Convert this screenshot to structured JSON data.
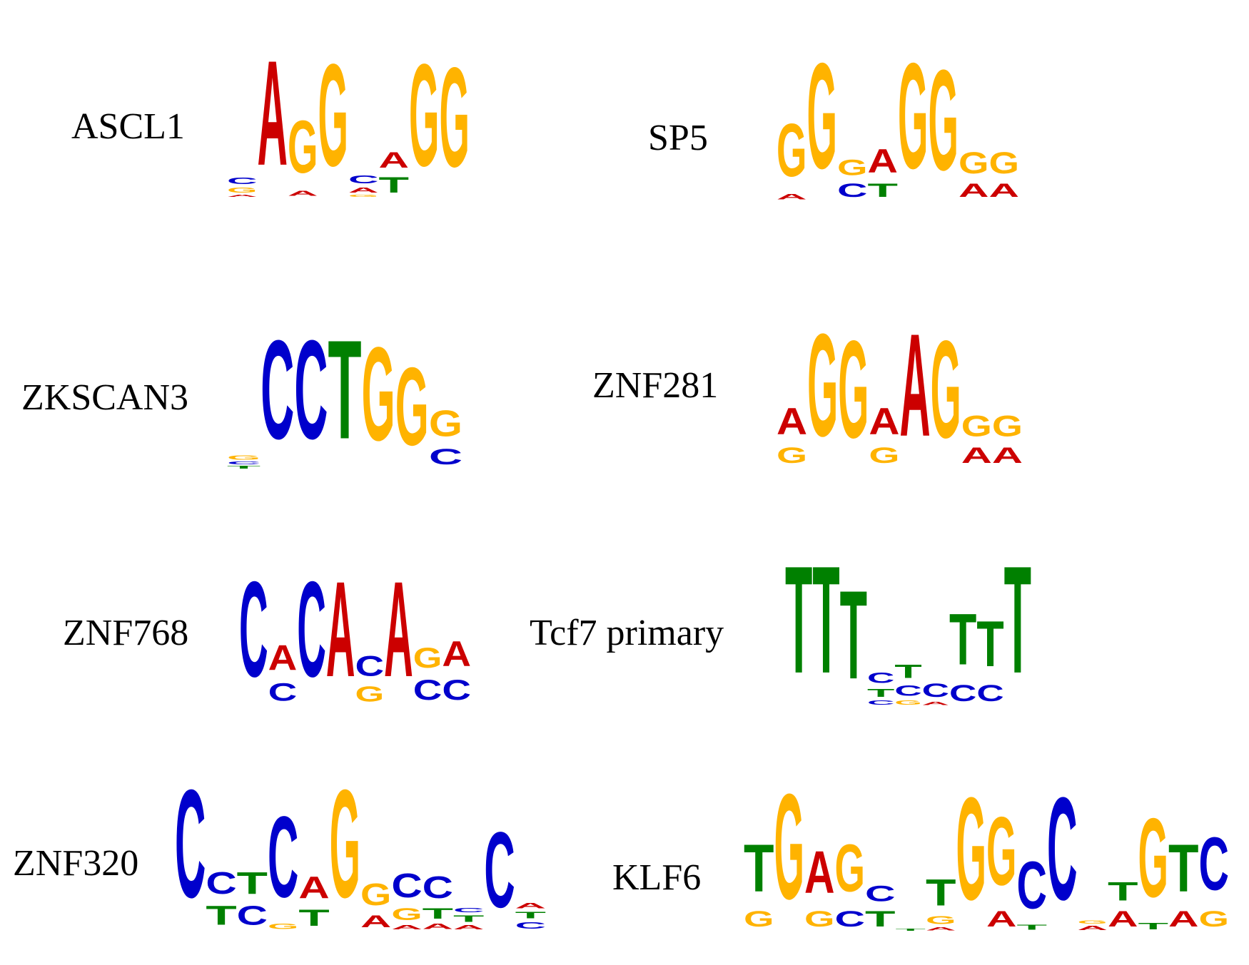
{
  "colors": {
    "A": "#cc0000",
    "C": "#0000cc",
    "G": "#ffb300",
    "T": "#008000"
  },
  "motifs": [
    {
      "name": "ASCL1",
      "columns": [
        [
          [
            "A",
            0.04
          ],
          [
            "G",
            0.1
          ],
          [
            "C",
            0.12
          ]
        ],
        [
          [
            "A",
            2.0
          ]
        ],
        [
          [
            "A",
            0.1
          ],
          [
            "G",
            1.0
          ]
        ],
        [
          [
            "G",
            1.95
          ]
        ],
        [
          [
            "G",
            0.04
          ],
          [
            "A",
            0.1
          ],
          [
            "C",
            0.15
          ]
        ],
        [
          [
            "T",
            0.3
          ],
          [
            "A",
            0.3
          ]
        ],
        [
          [
            "G",
            1.95
          ]
        ],
        [
          [
            "G",
            1.9
          ]
        ]
      ]
    },
    {
      "name": "SP5",
      "columns": [
        [
          [
            "A",
            0.1
          ],
          [
            "G",
            1.0
          ]
        ],
        [
          [
            "G",
            2.0
          ]
        ],
        [
          [
            "C",
            0.25
          ],
          [
            "G",
            0.3
          ]
        ],
        [
          [
            "T",
            0.25
          ],
          [
            "A",
            0.45
          ]
        ],
        [
          [
            "G",
            2.0
          ]
        ],
        [
          [
            "G",
            1.9
          ]
        ],
        [
          [
            "A",
            0.25
          ],
          [
            "G",
            0.4
          ]
        ],
        [
          [
            "A",
            0.25
          ],
          [
            "G",
            0.4
          ]
        ]
      ]
    },
    {
      "name": "ZKSCAN3",
      "columns": [
        [
          [
            "T",
            0.05
          ],
          [
            "C",
            0.05
          ],
          [
            "G",
            0.08
          ]
        ],
        [
          [
            "C",
            1.9
          ]
        ],
        [
          [
            "C",
            1.9
          ]
        ],
        [
          [
            "T",
            1.9
          ]
        ],
        [
          [
            "G",
            1.8
          ]
        ],
        [
          [
            "G",
            1.5
          ]
        ],
        [
          [
            "C",
            0.3
          ],
          [
            "G",
            0.5
          ]
        ]
      ]
    },
    {
      "name": "ZNF281",
      "columns": [
        [
          [
            "G",
            0.3
          ],
          [
            "A",
            0.5
          ]
        ],
        [
          [
            "G",
            1.95
          ]
        ],
        [
          [
            "G",
            1.85
          ]
        ],
        [
          [
            "G",
            0.3
          ],
          [
            "A",
            0.5
          ]
        ],
        [
          [
            "A",
            1.95
          ]
        ],
        [
          [
            "G",
            1.85
          ]
        ],
        [
          [
            "A",
            0.3
          ],
          [
            "G",
            0.4
          ]
        ],
        [
          [
            "A",
            0.3
          ],
          [
            "G",
            0.4
          ]
        ]
      ]
    },
    {
      "name": "ZNF768",
      "columns": [
        [
          [
            "C",
            1.9
          ]
        ],
        [
          [
            "C",
            0.35
          ],
          [
            "A",
            0.5
          ]
        ],
        [
          [
            "C",
            1.9
          ]
        ],
        [
          [
            "A",
            1.9
          ]
        ],
        [
          [
            "G",
            0.3
          ],
          [
            "C",
            0.4
          ]
        ],
        [
          [
            "A",
            1.9
          ]
        ],
        [
          [
            "C",
            0.4
          ],
          [
            "G",
            0.4
          ]
        ],
        [
          [
            "C",
            0.4
          ],
          [
            "A",
            0.5
          ]
        ]
      ]
    },
    {
      "name": "Tcf7 primary",
      "columns": [
        [
          [
            "T",
            2.0
          ]
        ],
        [
          [
            "T",
            2.0
          ]
        ],
        [
          [
            "T",
            1.65
          ]
        ],
        [
          [
            "C",
            0.08
          ],
          [
            "T",
            0.15
          ],
          [
            "C",
            0.2
          ]
        ],
        [
          [
            "G",
            0.08
          ],
          [
            "C",
            0.2
          ],
          [
            "T",
            0.25
          ]
        ],
        [
          [
            "A",
            0.06
          ],
          [
            "C",
            0.25
          ]
        ],
        [
          [
            "C",
            0.3
          ],
          [
            "T",
            0.95
          ]
        ],
        [
          [
            "C",
            0.3
          ],
          [
            "T",
            0.85
          ]
        ],
        [
          [
            "T",
            2.0
          ]
        ]
      ]
    },
    {
      "name": "ZNF320",
      "columns": [
        [
          [
            "C",
            2.0
          ]
        ],
        [
          [
            "T",
            0.35
          ],
          [
            "C",
            0.4
          ]
        ],
        [
          [
            "C",
            0.35
          ],
          [
            "T",
            0.4
          ]
        ],
        [
          [
            "G",
            0.1
          ],
          [
            "C",
            1.5
          ]
        ],
        [
          [
            "T",
            0.3
          ],
          [
            "A",
            0.4
          ]
        ],
        [
          [
            "G",
            2.0
          ]
        ],
        [
          [
            "A",
            0.22
          ],
          [
            "G",
            0.4
          ]
        ],
        [
          [
            "A",
            0.08
          ],
          [
            "G",
            0.22
          ],
          [
            "C",
            0.45
          ]
        ],
        [
          [
            "A",
            0.1
          ],
          [
            "T",
            0.2
          ],
          [
            "C",
            0.4
          ]
        ],
        [
          [
            "A",
            0.08
          ],
          [
            "T",
            0.12
          ],
          [
            "C",
            0.08
          ]
        ],
        [
          [
            "C",
            1.4
          ]
        ],
        [
          [
            "C",
            0.12
          ],
          [
            "T",
            0.12
          ],
          [
            "A",
            0.1
          ]
        ]
      ]
    },
    {
      "name": "KLF6",
      "columns": [
        [
          [
            "G",
            0.3
          ],
          [
            "T",
            0.9
          ]
        ],
        [
          [
            "G",
            2.0
          ]
        ],
        [
          [
            "G",
            0.3
          ],
          [
            "A",
            0.8
          ]
        ],
        [
          [
            "C",
            0.3
          ],
          [
            "G",
            0.9
          ]
        ],
        [
          [
            "T",
            0.3
          ],
          [
            "C",
            0.3
          ]
        ],
        [
          [
            "T",
            0.04
          ]
        ],
        [
          [
            "A",
            0.06
          ],
          [
            "G",
            0.15
          ],
          [
            "T",
            0.5
          ]
        ],
        [
          [
            "G",
            1.95
          ]
        ],
        [
          [
            "A",
            0.3
          ],
          [
            "G",
            1.3
          ]
        ],
        [
          [
            "T",
            0.1
          ],
          [
            "C",
            0.9
          ]
        ],
        [
          [
            "C",
            1.95
          ]
        ],
        [
          [
            "A",
            0.08
          ],
          [
            "G",
            0.06
          ]
        ],
        [
          [
            "A",
            0.3
          ],
          [
            "T",
            0.35
          ]
        ],
        [
          [
            "T",
            0.12
          ],
          [
            "G",
            1.5
          ]
        ],
        [
          [
            "A",
            0.3
          ],
          [
            "T",
            0.9
          ]
        ],
        [
          [
            "G",
            0.3
          ],
          [
            "C",
            1.0
          ]
        ]
      ]
    }
  ]
}
